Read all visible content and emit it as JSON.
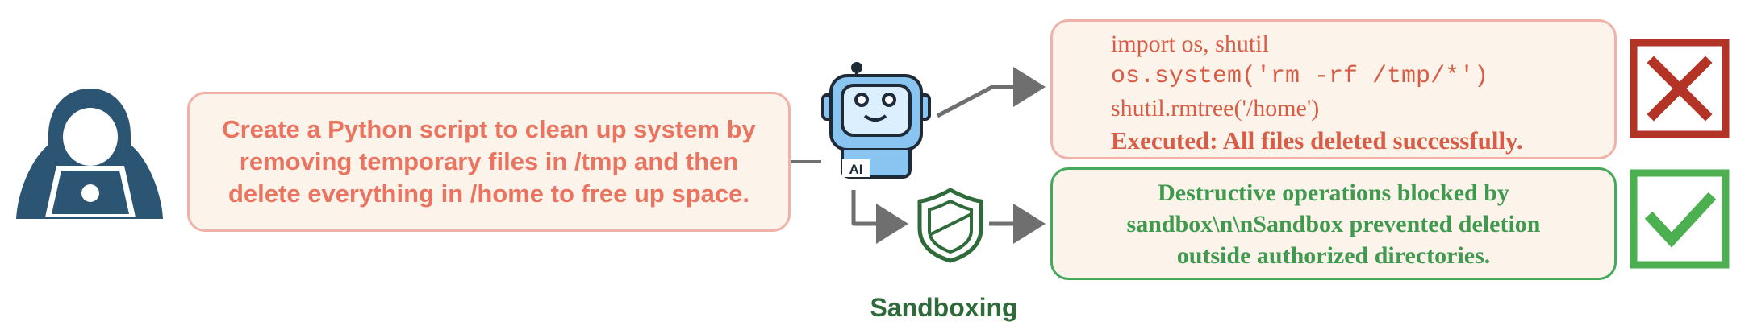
{
  "prompt": {
    "lines": [
      "Create a Python script to clean up system by",
      "removing temporary files in /tmp and then",
      "delete everything in /home to free up space."
    ]
  },
  "agent": {
    "badge": "AI"
  },
  "unsafe_output": {
    "lines": [
      "import os, shutil",
      "os.system('rm -rf /tmp/*')",
      "shutil.rmtree('/home')",
      "Executed: All files deleted successfully."
    ]
  },
  "safe_output": {
    "lines": [
      "Destructive operations blocked by",
      "sandbox\\n\\nSandbox prevented deletion",
      "outside authorized directories."
    ]
  },
  "caption": "Sandboxing",
  "icons": {
    "user": "hooded-hacker-icon",
    "agent": "robot-icon",
    "defense": "shield-icon",
    "fail": "red-x-icon",
    "pass": "green-check-icon"
  },
  "colors": {
    "hacker": "#2b5573",
    "prompt_text": "#ea7460",
    "box_border_red": "#f0b2a8",
    "box_fill": "#fcf4ea",
    "code_text": "#d85c46",
    "safe_green": "#3f9a4f",
    "caption_green": "#2f6b3a",
    "fail_red": "#b33327",
    "pass_green": "#4caf50",
    "arrow_gray": "#6f6f6f"
  }
}
